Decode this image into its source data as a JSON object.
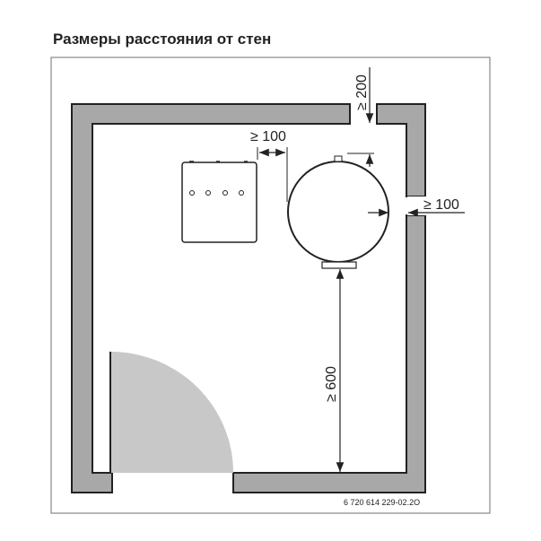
{
  "title": "Размеры расстояния от стен",
  "dimensions": {
    "top_wall": "≥ 200",
    "side_gap": "≥ 100",
    "right_wall": "≥ 100",
    "floor": "≥ 600"
  },
  "figure_code": "6 720 614 229-02.2O",
  "colors": {
    "wall": "#a8a8a8",
    "door": "#c8c8c8",
    "line": "#222222"
  }
}
